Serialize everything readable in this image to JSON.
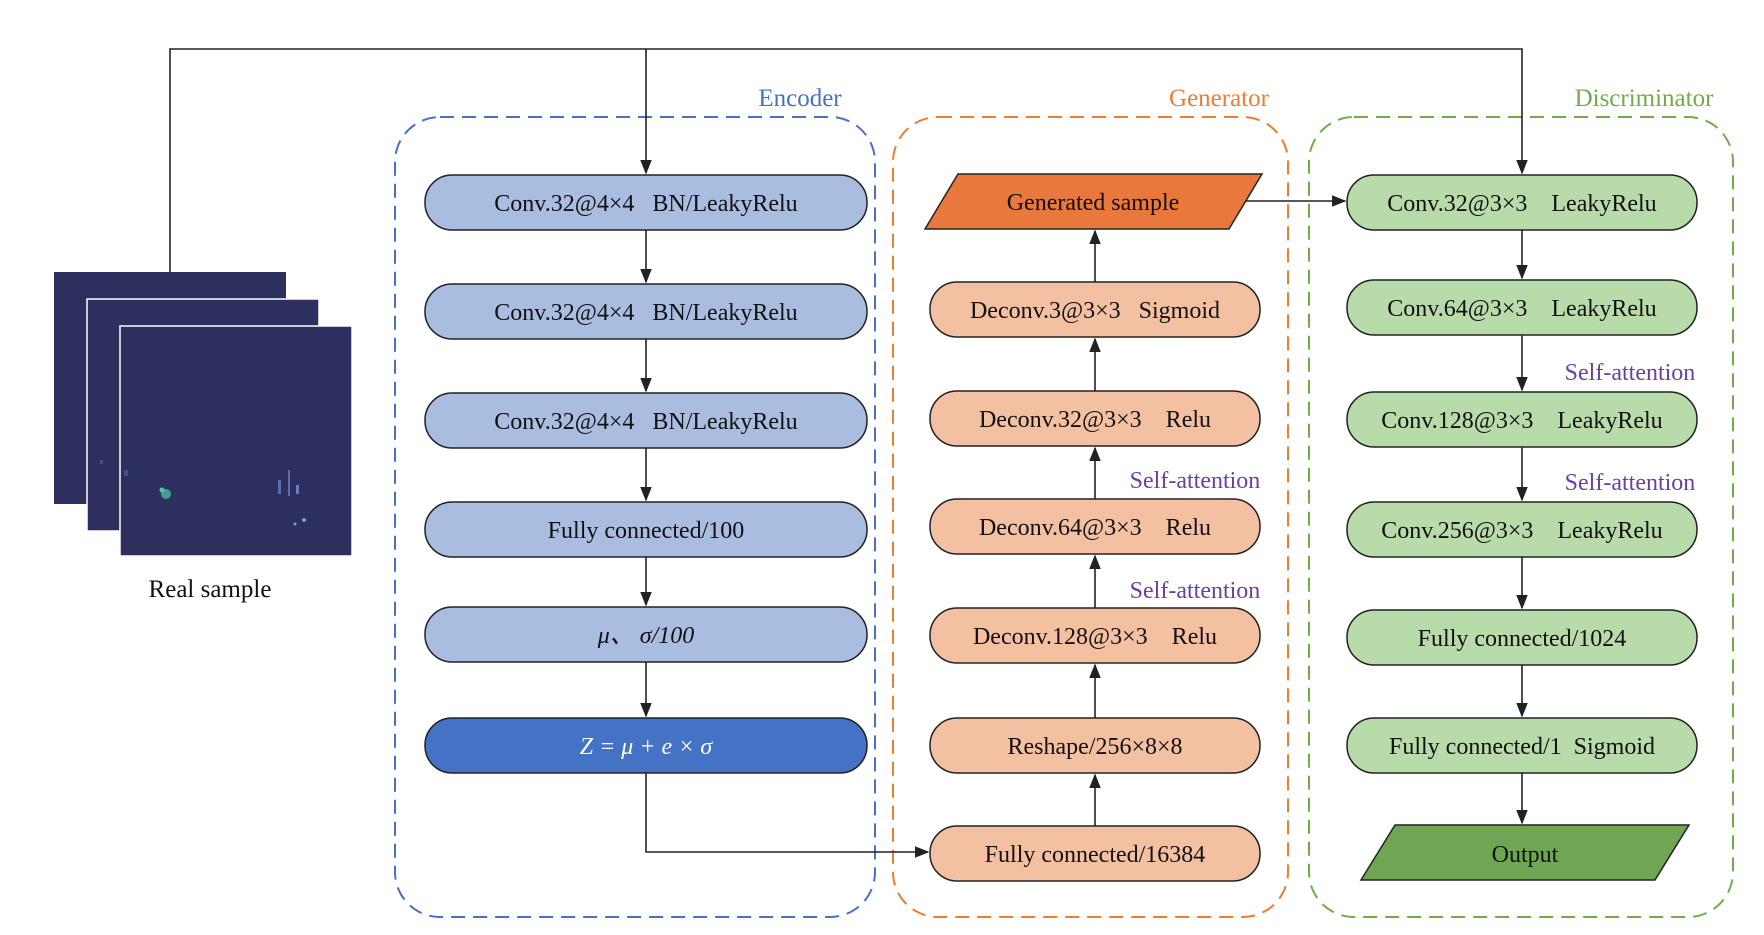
{
  "colors": {
    "encoder": "#4472c4",
    "generator": "#ed7d31",
    "discriminator": "#70ad47",
    "encoder_box": "#a9bde1",
    "encoder_z": "#4472c4",
    "generator_box": "#f4c0a2",
    "generated_sample": "#e8783b",
    "discriminator_box": "#b8dbaa",
    "output_box": "#6fa653",
    "attention_text": "#6a3fa0",
    "sample_fill": "#2d2f5f",
    "line": "#222222"
  },
  "groups": {
    "encoder": "Encoder",
    "generator": "Generator",
    "discriminator": "Discriminator"
  },
  "real_sample": {
    "label": "Real sample"
  },
  "encoder": {
    "layers": [
      "Conv.32@4×4   BN/LeakyRelu",
      "Conv.32@4×4   BN/LeakyRelu",
      "Conv.32@4×4   BN/LeakyRelu",
      "Fully connected/100",
      "μ、 σ/100",
      "Z = μ + e × σ"
    ]
  },
  "generator": {
    "output": "Generated sample",
    "layers": [
      "Deconv.3@3×3   Sigmoid",
      "Deconv.32@3×3    Relu",
      "Deconv.64@3×3    Relu",
      "Deconv.128@3×3    Relu",
      "Reshape/256×8×8",
      "Fully connected/16384"
    ],
    "attention": [
      "Self-attention",
      "Self-attention"
    ]
  },
  "discriminator": {
    "layers": [
      "Conv.32@3×3    LeakyRelu",
      "Conv.64@3×3    LeakyRelu",
      "Conv.128@3×3    LeakyRelu",
      "Conv.256@3×3    LeakyRelu",
      "Fully connected/1024",
      "Fully connected/1  Sigmoid"
    ],
    "output": "Output",
    "attention": [
      "Self-attention",
      "Self-attention"
    ]
  }
}
